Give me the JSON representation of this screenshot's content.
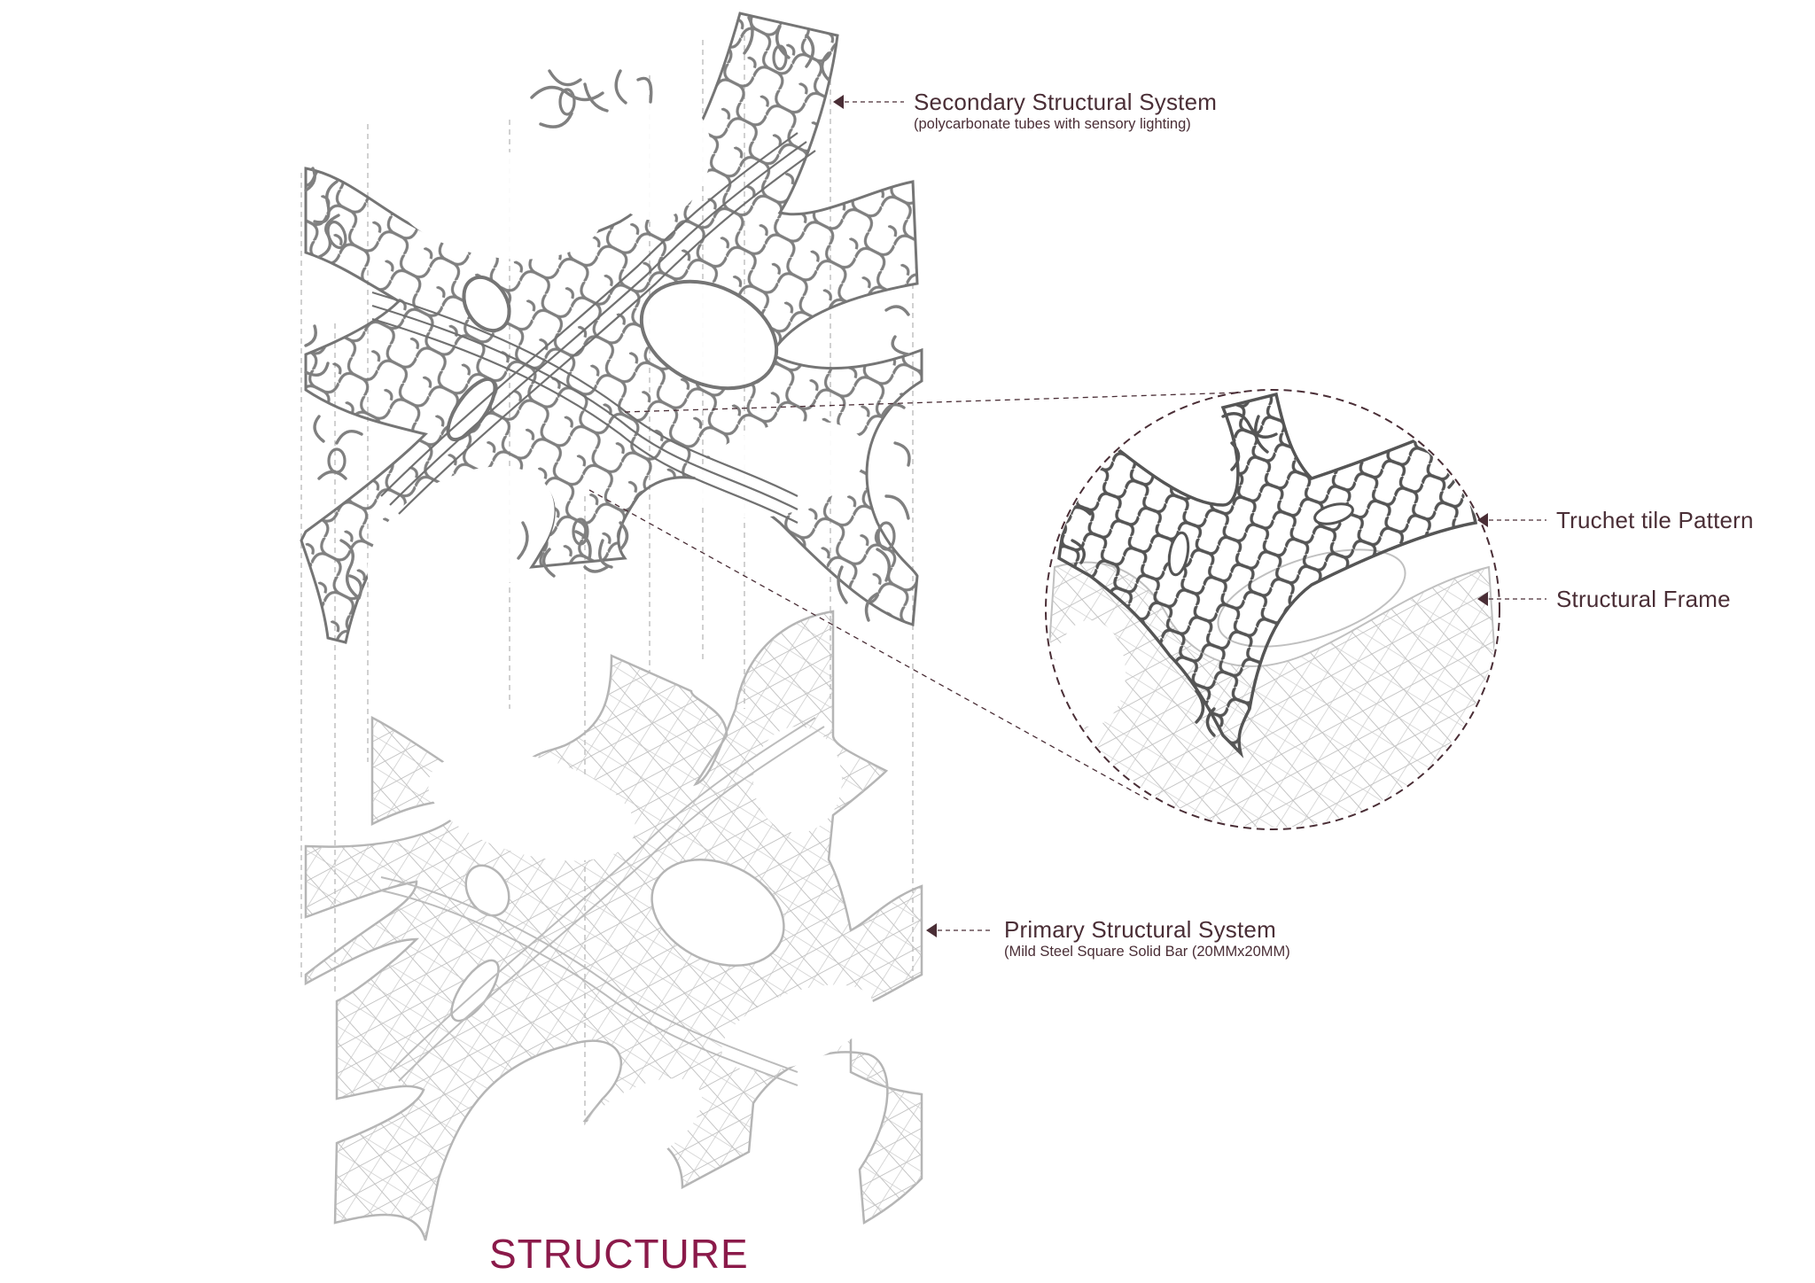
{
  "diagram": {
    "title": "STRUCTURE",
    "colors": {
      "title": "#8b1a4a",
      "label_text": "#4a2e36",
      "leader": "#4a2e36",
      "tubes": "#7a7a7a",
      "tubes_detail": "#555555",
      "frame": "#bdbdbd",
      "guides": "#b0b0b0"
    },
    "labels": {
      "secondary": {
        "title": "Secondary Structural System",
        "subtitle": "(polycarbonate tubes with sensory lighting)"
      },
      "truchet": {
        "title": "Truchet tile Pattern"
      },
      "frame": {
        "title": "Structural Frame"
      },
      "primary": {
        "title": "Primary Structural System",
        "subtitle": "(Mild Steel Square Solid Bar (20MMx20MM)"
      }
    },
    "layers": [
      {
        "name": "Secondary Structural System",
        "kind": "truchet-tube-lattice",
        "position": "top"
      },
      {
        "name": "Primary Structural System",
        "kind": "wireframe-gyroid-frame",
        "position": "bottom"
      }
    ],
    "detail_callout": {
      "shape": "dashed-circle",
      "shows": [
        "Truchet tile Pattern",
        "Structural Frame"
      ]
    }
  }
}
